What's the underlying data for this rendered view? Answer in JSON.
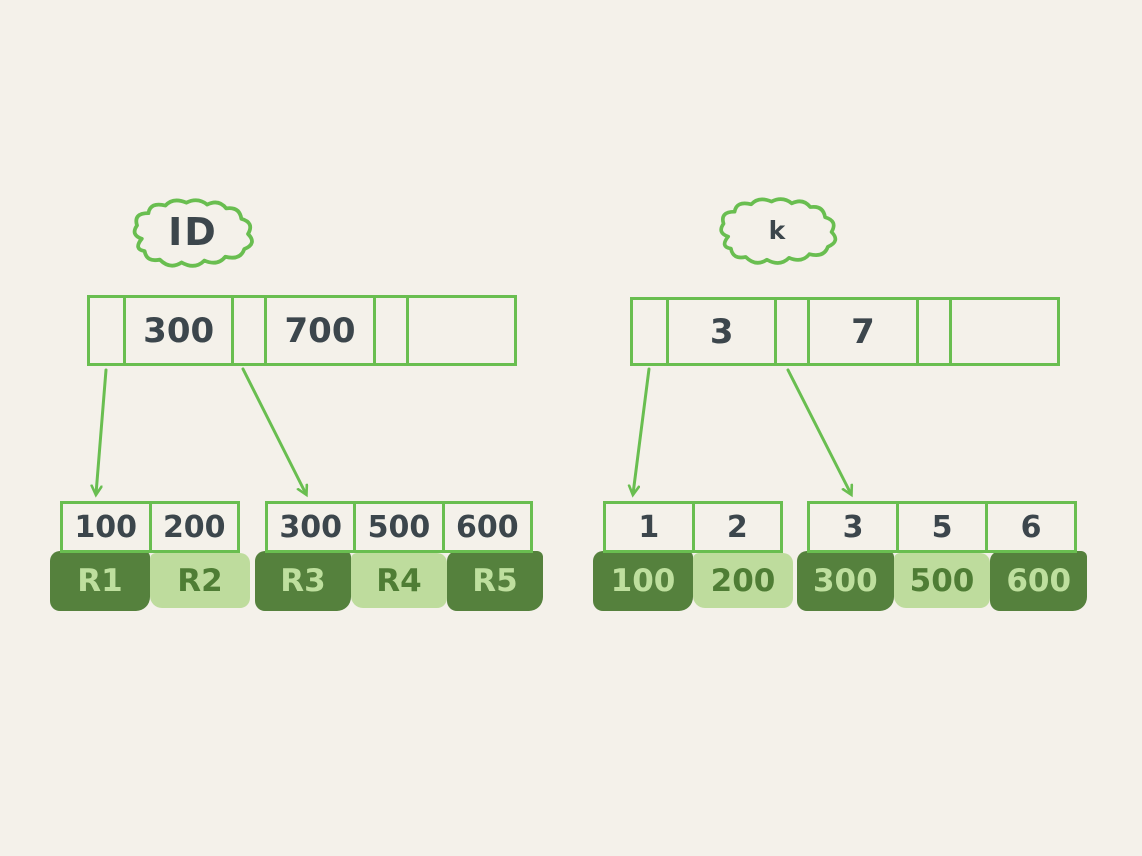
{
  "colors": {
    "background": "#f4f1ea",
    "line_green": "#69be50",
    "dark_fill": "#55813d",
    "light_fill": "#bedc9d",
    "ink_text": "#3c464c",
    "text_on_dark": "#bedf9e",
    "text_on_light": "#4f7d35"
  },
  "left_index": {
    "label": "ID",
    "root_cells": [
      "",
      "300",
      "",
      "700",
      "",
      ""
    ],
    "leaves": [
      {
        "keys": [
          "100",
          "200"
        ],
        "records": [
          {
            "label": "R1",
            "tone": "dark"
          },
          {
            "label": "R2",
            "tone": "light"
          }
        ]
      },
      {
        "keys": [
          "300",
          "500",
          "600"
        ],
        "records": [
          {
            "label": "R3",
            "tone": "dark"
          },
          {
            "label": "R4",
            "tone": "light"
          },
          {
            "label": "R5",
            "tone": "dark"
          }
        ]
      }
    ]
  },
  "right_index": {
    "label": "k",
    "root_cells": [
      "",
      "3",
      "",
      "7",
      "",
      ""
    ],
    "leaves": [
      {
        "keys": [
          "1",
          "2"
        ],
        "records": [
          {
            "label": "100",
            "tone": "dark"
          },
          {
            "label": "200",
            "tone": "light"
          }
        ]
      },
      {
        "keys": [
          "3",
          "5",
          "6"
        ],
        "records": [
          {
            "label": "300",
            "tone": "dark"
          },
          {
            "label": "500",
            "tone": "light"
          },
          {
            "label": "600",
            "tone": "dark"
          }
        ]
      }
    ]
  }
}
